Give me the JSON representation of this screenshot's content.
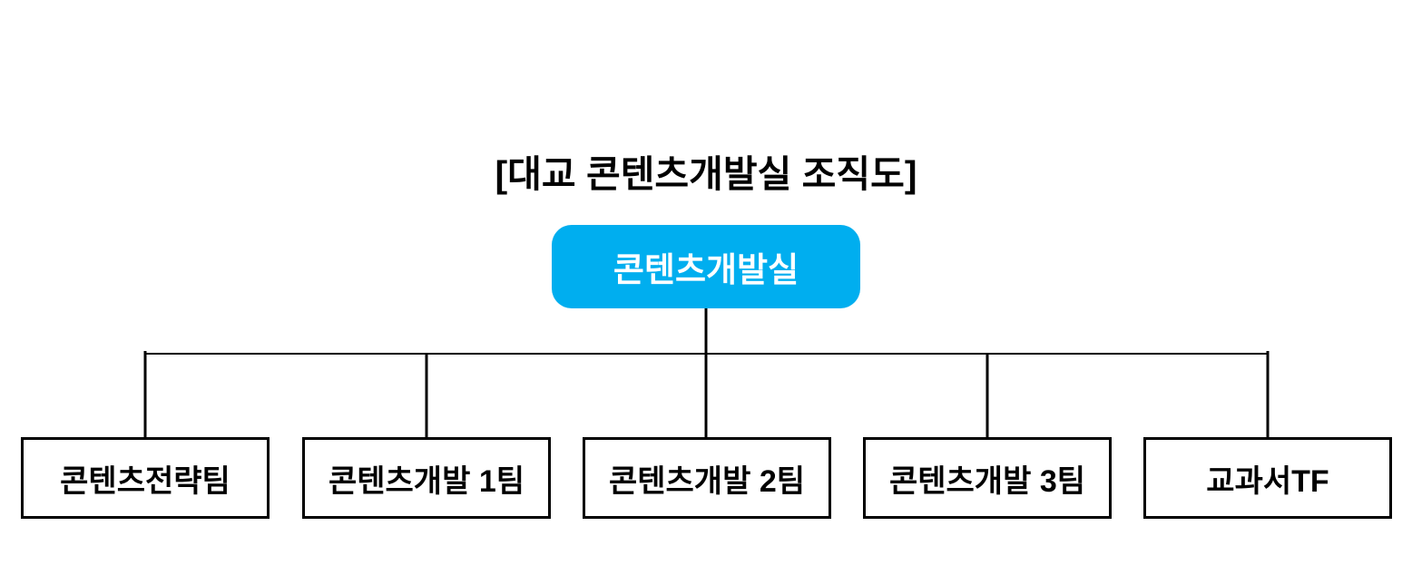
{
  "title": "[대교 콘텐츠개발실 조직도]",
  "root": {
    "label": "콘텐츠개발실"
  },
  "children": [
    {
      "label": "콘텐츠전략팀"
    },
    {
      "label": "콘텐츠개발 1팀"
    },
    {
      "label": "콘텐츠개발 2팀"
    },
    {
      "label": "콘텐츠개발 3팀"
    },
    {
      "label": "교과서TF"
    }
  ],
  "colors": {
    "root_fill": "#00AEEF",
    "root_text": "#FFFFFF",
    "child_text": "#000000",
    "title_color": "#000000",
    "line_color": "#000000"
  }
}
